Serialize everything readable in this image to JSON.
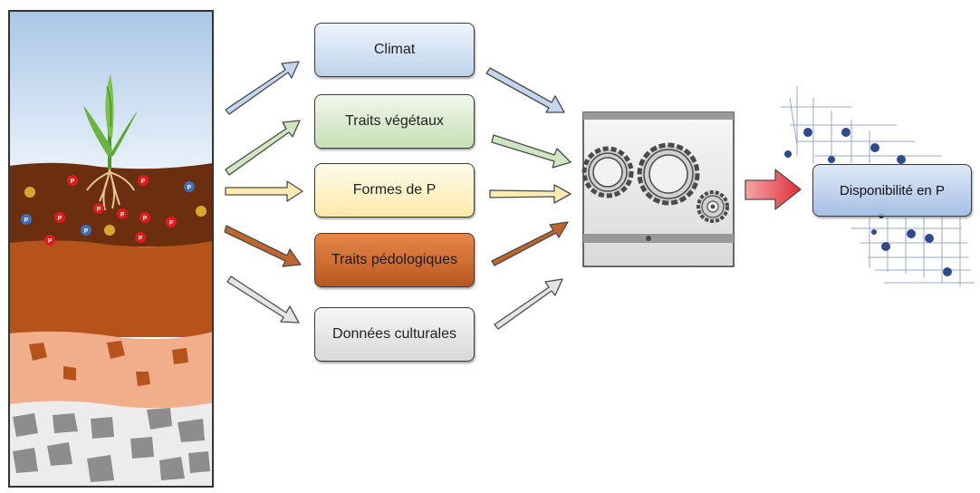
{
  "factors": {
    "climat": "Climat",
    "traits_vegetaux": "Traits végétaux",
    "formes_p": "Formes de P",
    "traits_pedologiques": "Traits pédologiques",
    "donnees_culturales": "Données culturales"
  },
  "result": {
    "label": "Disponibilité en P"
  },
  "soil": {
    "particle_label": "P"
  },
  "colors": {
    "climat": "#bcd3ea",
    "traits_vegetaux": "#c6dfb5",
    "formes_p": "#fde9a8",
    "traits_pedologiques": "#b9581e",
    "donnees_culturales": "#d8d8d8",
    "output_arrow": "#e8434a",
    "result": "#a9c2e6"
  }
}
